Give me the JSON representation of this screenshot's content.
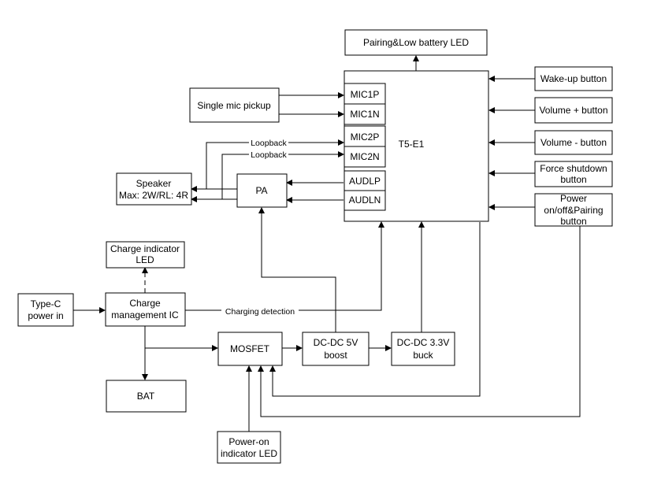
{
  "blocks": {
    "pairing_led": "Pairing&Low battery LED",
    "mic_pickup": "Single mic pickup",
    "speaker_line1": "Speaker",
    "speaker_line2": "Max: 2W/RL: 4R",
    "pa": "PA",
    "chip": "T5-E1",
    "pins": {
      "mic1p": "MIC1P",
      "mic1n": "MIC1N",
      "mic2p": "MIC2P",
      "mic2n": "MIC2N",
      "audlp": "AUDLP",
      "audln": "AUDLN"
    },
    "wake_button": "Wake-up button",
    "vol_up_button": "Volume + button",
    "vol_down_button": "Volume - button",
    "force_shutdown_line1": "Force shutdown",
    "force_shutdown_line2": "button",
    "power_button_line1": "Power",
    "power_button_line2": "on/off&Pairing",
    "power_button_line3": "button",
    "charge_led_line1": "Charge indicator",
    "charge_led_line2": "LED",
    "typec_line1": "Type-C",
    "typec_line2": "power in",
    "charge_ic_line1": "Charge",
    "charge_ic_line2": "management IC",
    "mosfet": "MOSFET",
    "boost_line1": "DC-DC 5V",
    "boost_line2": "boost",
    "buck_line1": "DC-DC 3.3V",
    "buck_line2": "buck",
    "bat": "BAT",
    "power_led_line1": "Power-on",
    "power_led_line2": "indicator LED"
  },
  "labels": {
    "loopback_1": "Loopback",
    "loopback_2": "Loopback",
    "charging_detection": "Charging detection"
  }
}
